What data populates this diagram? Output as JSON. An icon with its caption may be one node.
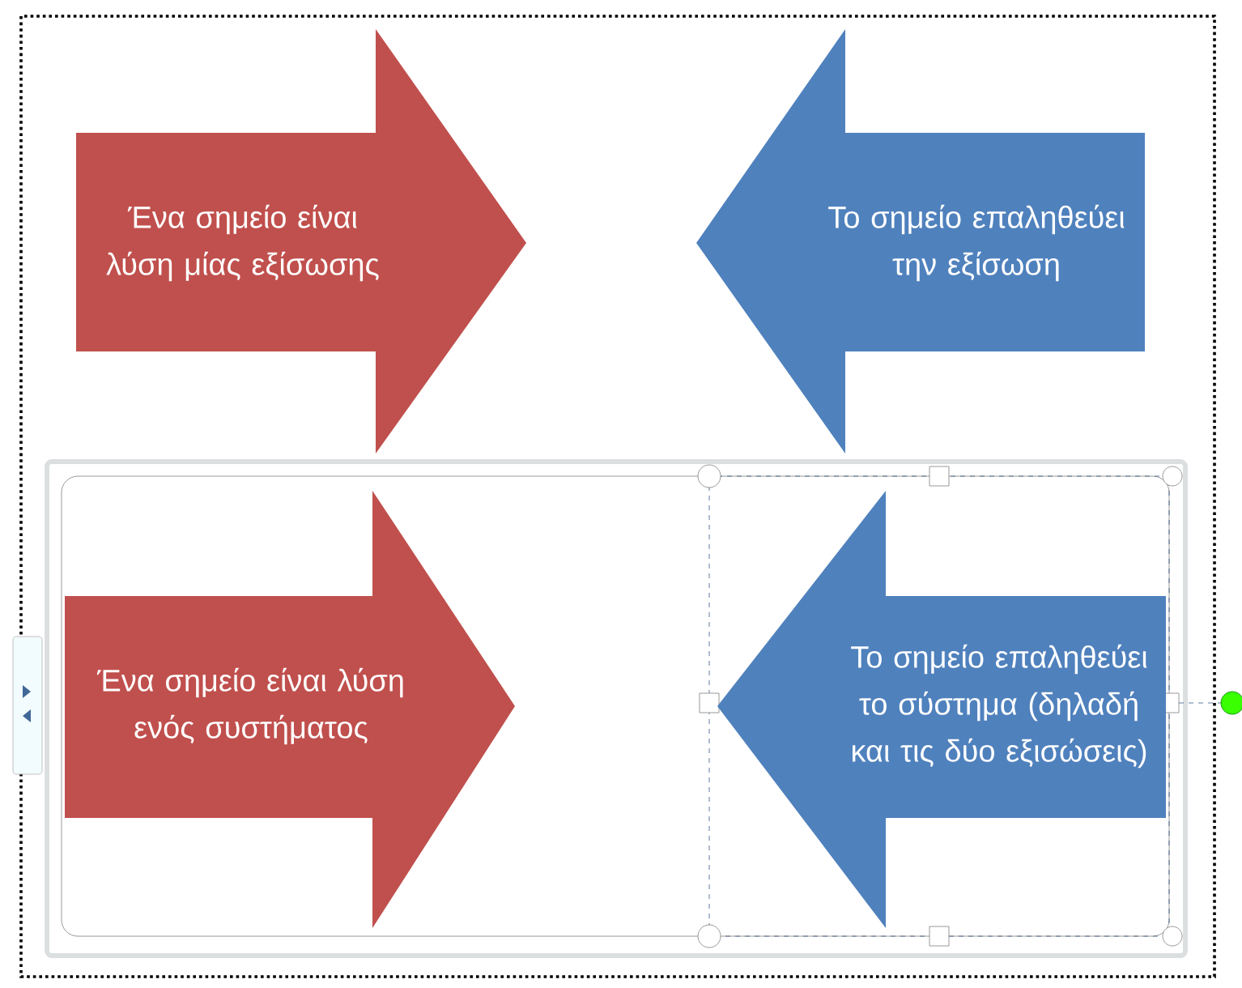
{
  "diagram": {
    "nodes": [
      {
        "text": [
          "Ένα σημείο είναι λύση μίας εξίσωσης"
        ]
      },
      {
        "text": [
          "Το σημείο επαληθεύει την εξίσωση"
        ]
      },
      {
        "text": [
          "Ένα σημείο είναι λύση ενός συστήματος"
        ]
      },
      {
        "text": [
          "Το σημείο επαληθεύει το σύστημα (δηλαδή και τις δύο εξισώσεις)"
        ]
      }
    ]
  }
}
